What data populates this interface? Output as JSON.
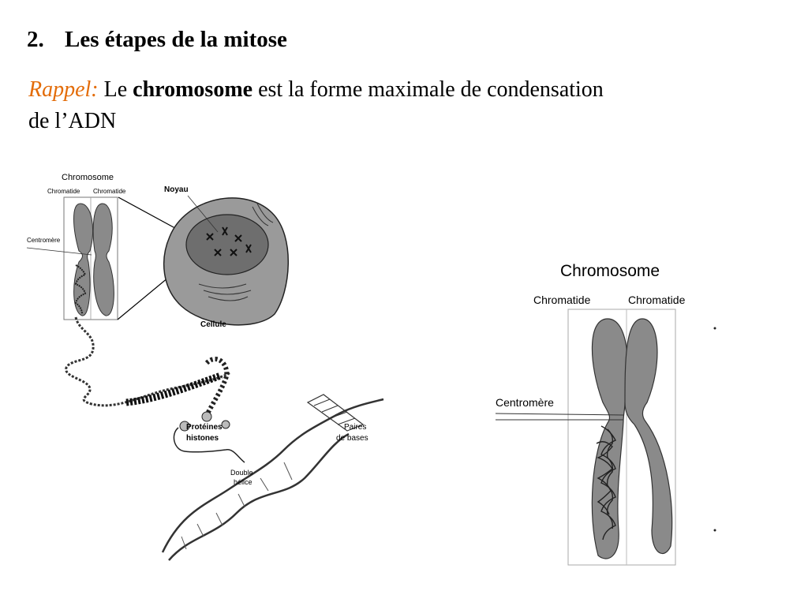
{
  "slide": {
    "heading_number": "2.",
    "heading": "Les étapes de la mitose",
    "recall_keyword": "Rappel:",
    "recall_pre": " Le ",
    "recall_bold": "chromosome",
    "recall_post": " est la forme maximale de condensation de l’ADN"
  },
  "left_figure": {
    "labels": {
      "chromosome": "Chromosome",
      "chromatide_left": "Chromatide",
      "chromatide_right": "Chromatide",
      "centromere": "Centromère",
      "noyau": "Noyau",
      "cellule": "Cellule",
      "proteines_line1": "Protéines",
      "proteines_line2": "histones",
      "paires_line1": "Paires",
      "paires_line2": "de  bases",
      "double_line1": "Double",
      "double_line2": "hélice"
    }
  },
  "right_figure": {
    "labels": {
      "chromosome": "Chromosome",
      "chromatide_left": "Chromatide",
      "chromatide_right": "Chromatide",
      "centromere": "Centromère"
    }
  },
  "colors": {
    "recall_keyword": "#e36c09",
    "chromosome_fill": "#8a8a8a",
    "cell_fill": "#9a9a9a",
    "nucleus_fill": "#6e6e6e"
  }
}
